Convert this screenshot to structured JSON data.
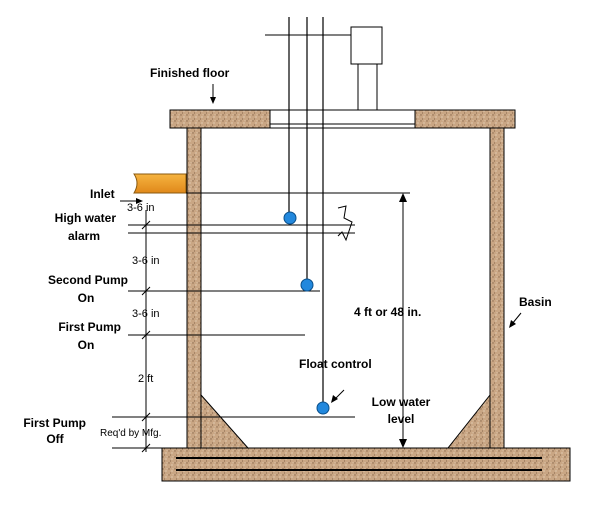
{
  "labels": {
    "finished_floor": "Finished floor",
    "inlet": "Inlet",
    "high_water_alarm_line1": "High water",
    "high_water_alarm_line2": "alarm",
    "second_pump_on_line1": "Second Pump",
    "second_pump_on_line2": "On",
    "first_pump_on_line1": "First Pump",
    "first_pump_on_line2": "On",
    "first_pump_off_line1": "First Pump",
    "first_pump_off_line2": "Off",
    "basin": "Basin",
    "depth": "4 ft or 48 in.",
    "float_control": "Float control",
    "low_water_line1": "Low water",
    "low_water_line2": "level"
  },
  "dimensions": {
    "d1": "3-6 in",
    "d2": "3-6 in",
    "d3": "3-6 in",
    "d4": "2 ft",
    "d5": "Req'd by Mfg."
  },
  "colors": {
    "concrete": "#c8a887",
    "concrete_dark": "#8a6a4e",
    "pipe": "#f0a030",
    "float": "#2288dd",
    "line": "#000000"
  }
}
